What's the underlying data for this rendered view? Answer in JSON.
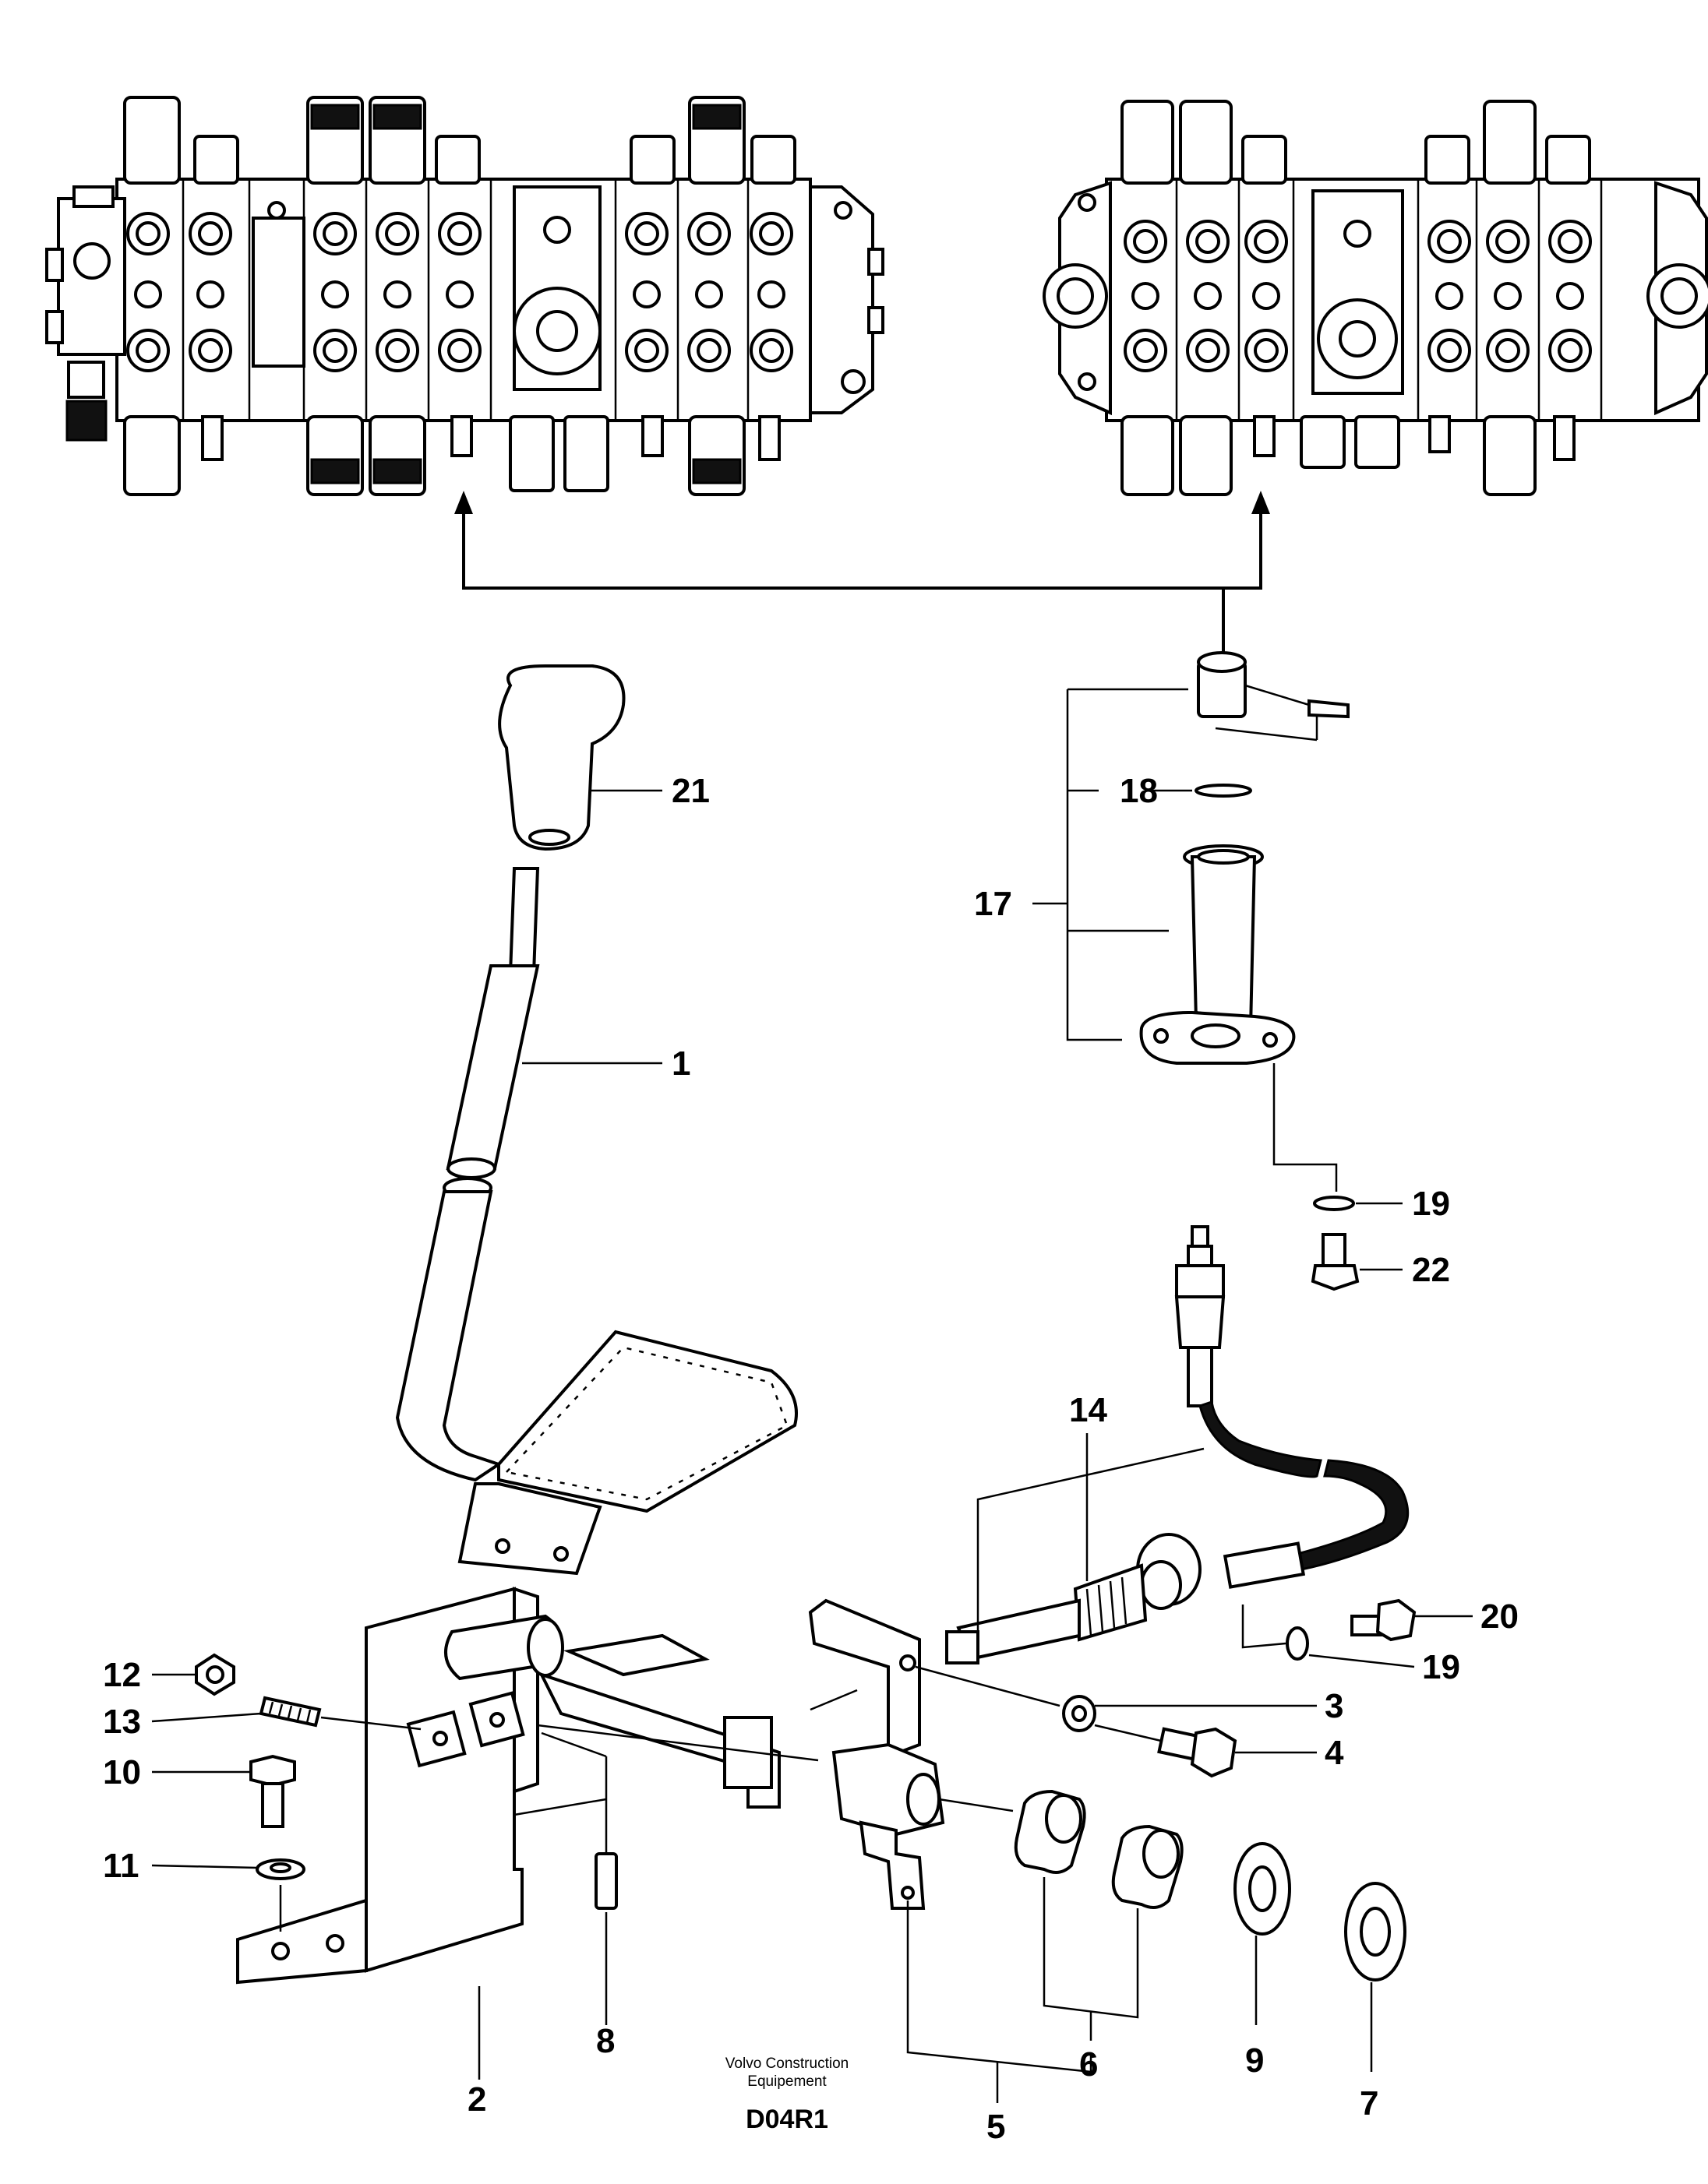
{
  "labels": {
    "p1": "1",
    "p2": "2",
    "p3": "3",
    "p4": "4",
    "p5": "5",
    "p6": "6",
    "p7": "7",
    "p8": "8",
    "p9": "9",
    "p10": "10",
    "p11": "11",
    "p12": "12",
    "p13": "13",
    "p14": "14",
    "p17": "17",
    "p18": "18",
    "p19a": "19",
    "p19b": "19",
    "p20": "20",
    "p21": "21",
    "p22": "22"
  },
  "credit": {
    "line1": "Volvo Construction",
    "line2": "Equipement"
  },
  "drawing_code": "D04R1"
}
